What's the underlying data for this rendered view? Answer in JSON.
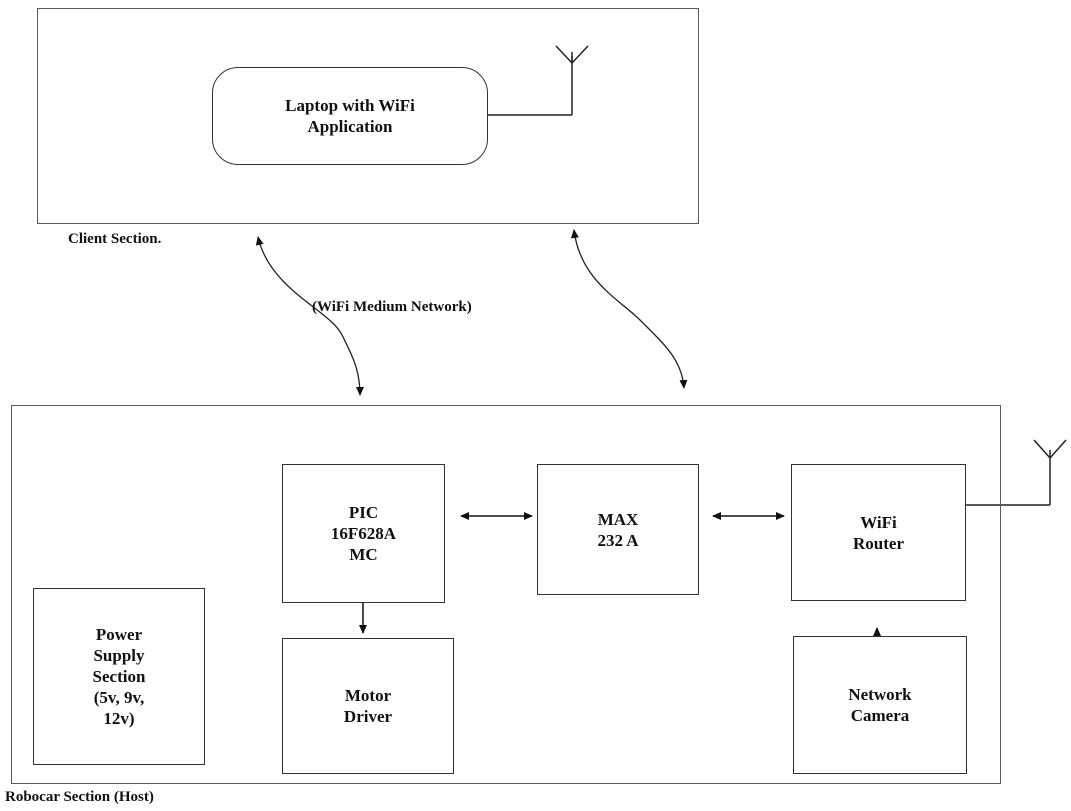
{
  "client": {
    "caption": "Client Section.",
    "laptop_label": "Laptop with WiFi\nApplication"
  },
  "network": {
    "label": "(WiFi Medium Network)"
  },
  "host": {
    "caption": "Robocar Section (Host)",
    "pic_label": "PIC\n16F628A\nMC",
    "max_label": "MAX\n232 A",
    "router_label": "WiFi\nRouter",
    "power_label": "Power\nSupply\nSection\n(5v, 9v,\n12v)",
    "motor_label": "Motor\nDriver",
    "camera_label": "Network\nCamera"
  },
  "icons": [
    "antenna-icon",
    "antenna-icon",
    "bidirectional-arrow",
    "arrow"
  ],
  "colors": {
    "line": "#333333",
    "frame": "#5a5a5a",
    "text": "#111111"
  }
}
